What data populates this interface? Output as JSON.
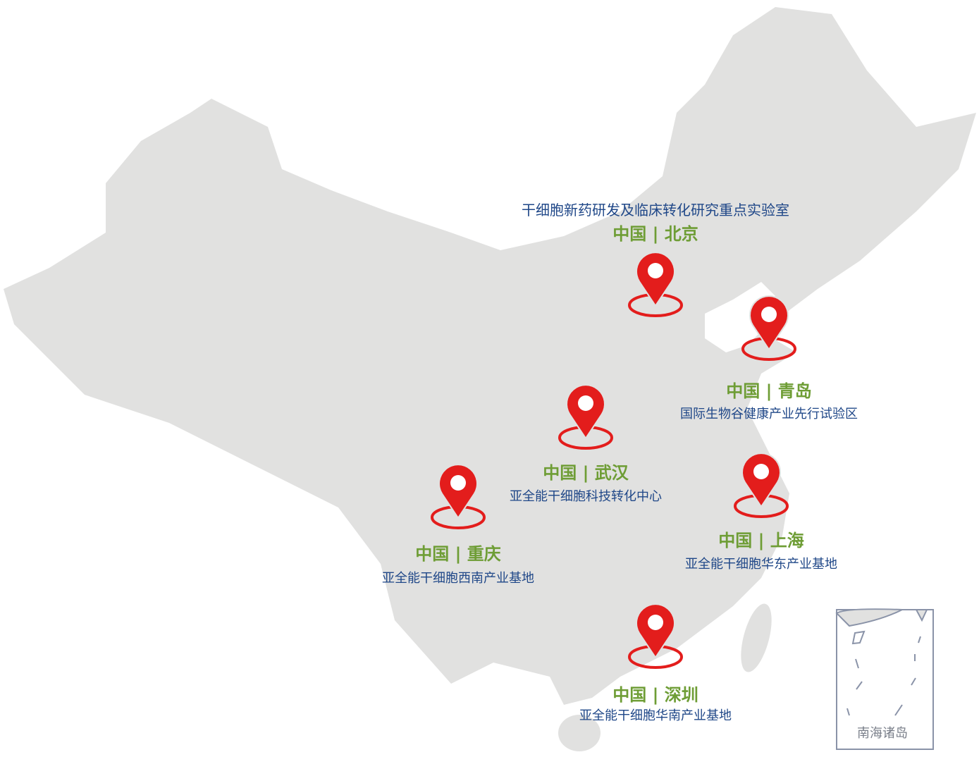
{
  "colors": {
    "land": "#e1e1e0",
    "pin": "#e31d1c",
    "city": "#6e9d35",
    "desc": "#1f4788"
  },
  "locations": [
    {
      "city": "中国 | 北京",
      "desc": "干细胞新药研发及临床转化研究重点实验室"
    },
    {
      "city": "中国 | 青岛",
      "desc": "国际生物谷健康产业先行试验区"
    },
    {
      "city": "中国 | 武汉",
      "desc": "亚全能干细胞科技转化中心"
    },
    {
      "city": "中国 | 重庆",
      "desc": "亚全能干细胞西南产业基地"
    },
    {
      "city": "中国 | 上海",
      "desc": "亚全能干细胞华东产业基地"
    },
    {
      "city": "中国 | 深圳",
      "desc": "亚全能干细胞华南产业基地"
    }
  ],
  "inset": {
    "label": "南海诸岛"
  }
}
